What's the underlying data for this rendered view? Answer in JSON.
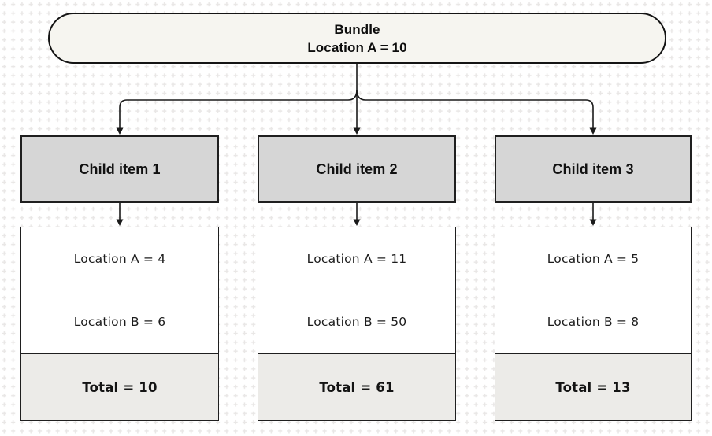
{
  "root": {
    "title": "Bundle",
    "subtitle": "Location A = 10"
  },
  "children": [
    {
      "label": "Child item 1",
      "rows": [
        "Location A = 4",
        "Location B = 6",
        "Total = 10"
      ]
    },
    {
      "label": "Child item 2",
      "rows": [
        "Location A = 11",
        "Location B = 50",
        "Total = 61"
      ]
    },
    {
      "label": "Child item 3",
      "rows": [
        "Location A = 5",
        "Location B = 8",
        "Total = 13"
      ]
    }
  ],
  "colors": {
    "canvas_background": "#ffffff",
    "dot_grid": "#e9e7e6",
    "root_fill": "#f6f5f0",
    "child_fill": "#d6d6d6",
    "row_fill": "#ffffff",
    "total_fill": "#ecebe8",
    "connector": "#1a1a1a",
    "border": "#1f1f1f"
  }
}
